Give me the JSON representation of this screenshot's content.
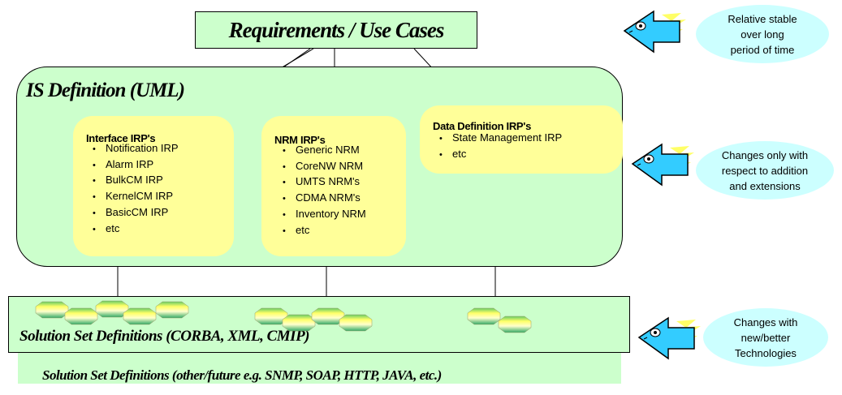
{
  "requirements": {
    "title": "Requirements / Use Cases"
  },
  "is_definition": {
    "title": "IS Definition (UML)"
  },
  "interface_irps": {
    "title": "Interface IRP's",
    "items": [
      "Notification IRP",
      "Alarm IRP",
      "BulkCM IRP",
      "KernelCM IRP",
      "BasicCM IRP",
      "etc"
    ]
  },
  "nrm_irps": {
    "title": "NRM IRP's",
    "items": [
      "Generic NRM",
      "CoreNW NRM",
      "UMTS NRM's",
      "CDMA NRM's",
      "Inventory NRM",
      "etc"
    ]
  },
  "data_definition_irps": {
    "title": "Data Definition IRP's",
    "items": [
      "State Management IRP",
      "etc"
    ]
  },
  "solution_sets": {
    "current": "Solution Set Definitions (CORBA, XML, CMIP)",
    "future": "Solution Set Definitions (other/future e.g. SNMP, SOAP, HTTP, JAVA, etc.)"
  },
  "notes": {
    "stable": [
      "Relative stable",
      "over long",
      "period of time"
    ],
    "additions": [
      "Changes only with",
      "respect to addition",
      "and extensions"
    ],
    "technologies": [
      "Changes with",
      "new/better",
      "Technologies"
    ]
  },
  "colors": {
    "box_fill": "#ccffcc",
    "irp_fill": "#ffff99",
    "note_fill": "#ccffff",
    "arrow_fill": "#33ccff",
    "arrow_streak": "#ffff66"
  }
}
